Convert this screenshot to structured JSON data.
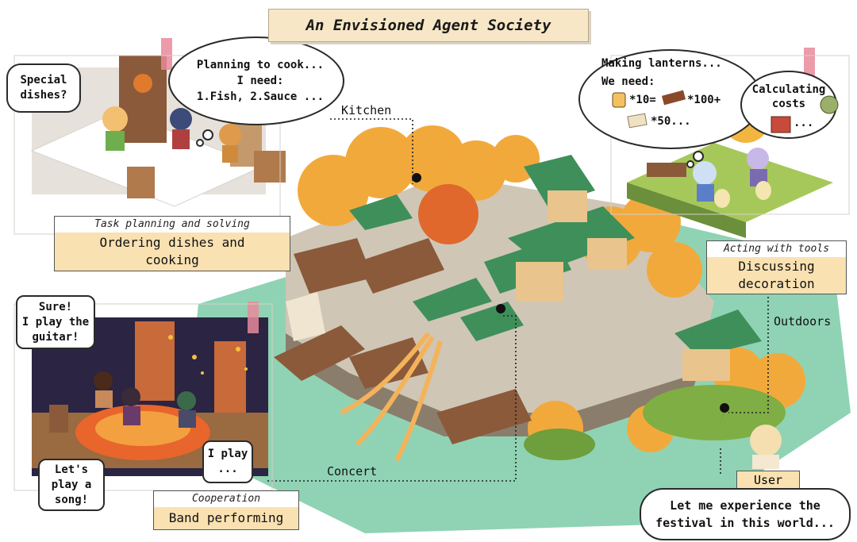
{
  "title": "An Envisioned Agent Society",
  "locations": {
    "kitchen": "Kitchen",
    "outdoors": "Outdoors",
    "concert": "Concert"
  },
  "kitchen_panel": {
    "bubble_left": "Special\ndishes?",
    "cloud": "Planning to cook...\nI need:\n1.Fish, 2.Sauce ...",
    "caption_top": "Task planning and solving",
    "caption_main": "Ordering dishes and\ncooking"
  },
  "tools_panel": {
    "cloud_line1": "Making lanterns...",
    "cloud_line2": "We need:",
    "cloud_qty1": "*10=",
    "cloud_qty2": "*100+",
    "cloud_qty3": "*50...",
    "cloud_small": "Calculating\ncosts",
    "cloud_small_suffix": "...",
    "caption_top": "Acting with tools",
    "caption_main": "Discussing\ndecoration"
  },
  "concert_panel": {
    "bubble_top": "Sure!\nI play the\nguitar!",
    "bubble_bottom_left": "Let's\nplay a\nsong!",
    "bubble_bottom_right": "I play\n...",
    "caption_top": "Cooperation",
    "caption_main": "Band performing"
  },
  "user": {
    "label": "User",
    "speech": "Let me experience the\nfestival in this world..."
  },
  "colors": {
    "title_bg": "#f7e7c6",
    "caption_bg": "#f9e1b2",
    "water": "#8fd3b4",
    "foliage_orange": "#f2a93b",
    "roof_green": "#3f8f5a"
  }
}
